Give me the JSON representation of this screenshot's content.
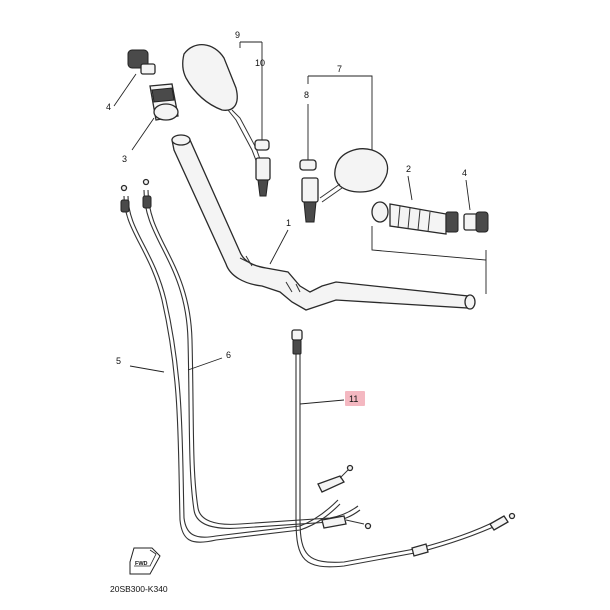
{
  "diagram_code": "20SB300-K340",
  "direction_badge": "FWD",
  "highlight_color": "#f4b8c1",
  "callouts": [
    {
      "id": "c1",
      "label": "1"
    },
    {
      "id": "c2",
      "label": "2"
    },
    {
      "id": "c3",
      "label": "3"
    },
    {
      "id": "c4a",
      "label": "4"
    },
    {
      "id": "c4b",
      "label": "4"
    },
    {
      "id": "c5",
      "label": "5"
    },
    {
      "id": "c6",
      "label": "6"
    },
    {
      "id": "c7",
      "label": "7"
    },
    {
      "id": "c8",
      "label": "8"
    },
    {
      "id": "c9",
      "label": "9"
    },
    {
      "id": "c10",
      "label": "10"
    },
    {
      "id": "c11",
      "label": "11",
      "highlighted": true
    }
  ]
}
